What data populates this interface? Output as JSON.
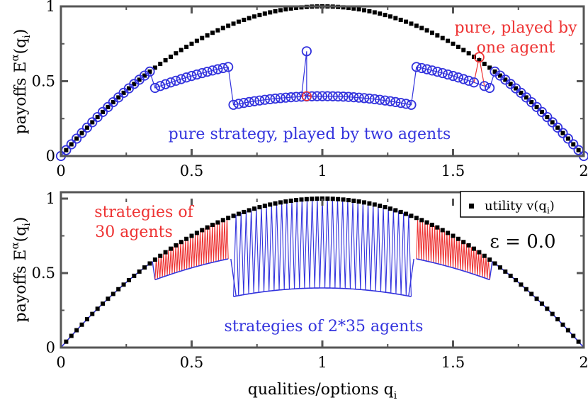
{
  "colors": {
    "axis": "#555555",
    "utility": "#000000",
    "blue": "#3333dd",
    "red": "#ee3333"
  },
  "chart_data": [
    {
      "type": "line",
      "panel": "top",
      "xlabel": "",
      "ylabel": {
        "main": "payoffs  E",
        "sup": "α",
        "paren": "(q",
        "sub": "i",
        "close": ")"
      },
      "xlim": [
        0,
        2
      ],
      "ylim": [
        0,
        1
      ],
      "xticks": [
        0,
        0.5,
        1,
        1.5,
        2
      ],
      "xtick_labels": [
        "0",
        "0.5",
        "1",
        "1.5",
        "2"
      ],
      "yticks": [
        0,
        0.5,
        1
      ],
      "ytick_labels": [
        "0",
        "0.5",
        "1"
      ],
      "utility_function": "v(q) = q(2 - q)",
      "utility_markers": {
        "x_start": 0.02,
        "x_end": 1.98,
        "step": 0.02
      },
      "pure_single": {
        "segments": [
          {
            "x_start": 0.0,
            "x_end": 0.34,
            "step": 0.02,
            "payoff": "v"
          },
          {
            "x_start": 1.66,
            "x_end": 2.0,
            "step": 0.02,
            "payoff": "v"
          }
        ],
        "marker": "open-circle"
      },
      "pure_two_agents": {
        "segments": [
          {
            "x_start": 0.36,
            "x_end": 0.64,
            "step": 0.02,
            "payoff": "v/2 + 0.16"
          },
          {
            "x_start": 0.66,
            "x_end": 1.34,
            "step": 0.02,
            "payoff": "v/2 - 0.10"
          },
          {
            "x_start": 1.36,
            "x_end": 1.64,
            "step": 0.02,
            "payoff": "v/2 + 0.16"
          }
        ],
        "marker": "open-circle"
      },
      "blue_spike": {
        "x": 0.94,
        "y": 0.7
      },
      "red_spike_center": {
        "x": 0.94,
        "y": 0.4
      },
      "red_single": {
        "x": 1.6,
        "y": 0.66
      },
      "annotations": [
        {
          "lines": [
            "pure, played by",
            "one agent"
          ],
          "color": "red"
        },
        {
          "lines": [
            "pure strategy, played by two agents"
          ],
          "color": "blue"
        }
      ]
    },
    {
      "type": "line",
      "panel": "bottom",
      "xlabel": {
        "main": "qualities/options  q",
        "sub": "i"
      },
      "ylabel": {
        "main": "payoffs  E",
        "sup": "α",
        "paren": "(q",
        "sub": "i",
        "close": ")"
      },
      "xlim": [
        0,
        2
      ],
      "ylim": [
        0,
        1
      ],
      "xticks": [
        0,
        0.5,
        1,
        1.5,
        2
      ],
      "xtick_labels": [
        "0",
        "0.5",
        "1",
        "1.5",
        "2"
      ],
      "yticks": [
        0,
        0.5,
        1
      ],
      "ytick_labels": [
        "0",
        "0.5",
        "1"
      ],
      "utility_function": "v(q) = q(2 - q)",
      "red_regions": [
        {
          "x_start": 0.36,
          "x_end": 0.64,
          "agents": 30
        },
        {
          "x_start": 1.36,
          "x_end": 1.64,
          "agents": 30
        }
      ],
      "blue_region": {
        "x_start": 0.66,
        "x_end": 1.34,
        "agents": "2*35"
      },
      "annotations": [
        {
          "lines": [
            "strategies of",
            "30 agents"
          ],
          "color": "red"
        },
        {
          "lines": [
            "strategies of 2*35 agents"
          ],
          "color": "blue"
        },
        {
          "lines": [
            "ε = 0.0"
          ],
          "color": "black"
        }
      ],
      "legend": {
        "position": "top-right",
        "entries": [
          {
            "label_main": "utility  v(q",
            "label_sub": "i",
            "label_close": ")",
            "marker": "filled-square"
          }
        ]
      }
    }
  ]
}
